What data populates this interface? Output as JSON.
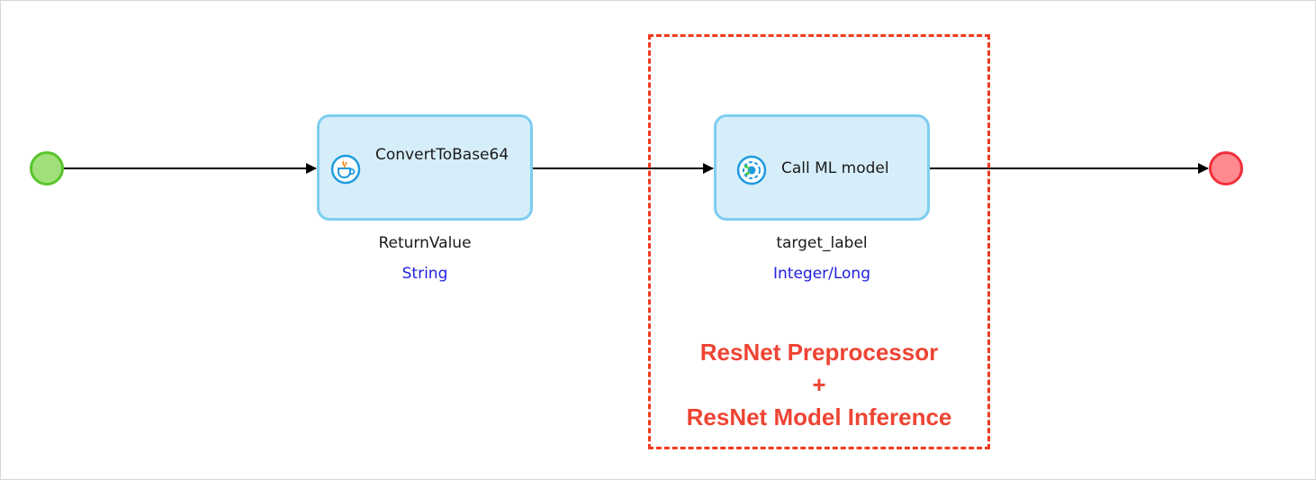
{
  "flow": {
    "activities": [
      {
        "label": "ConvertToBase64",
        "icon": "java-action-icon",
        "output_variable": "ReturnValue",
        "output_type": "String"
      },
      {
        "label": "Call ML model",
        "icon": "ml-model-icon",
        "output_variable": "target_label",
        "output_type": "Integer/Long"
      }
    ],
    "events": {
      "start": "start-event",
      "end": "end-event"
    }
  },
  "annotation": {
    "line1": "ResNet Preprocessor",
    "line2": "+",
    "line3": "ResNet Model Inference"
  },
  "colors": {
    "activity_fill": "#d6eefa",
    "activity_border": "#7dcdf0",
    "start_fill": "#9fe07a",
    "start_border": "#58c42b",
    "end_fill": "#ff8a8f",
    "end_border": "#f0303b",
    "annotation": "#ee4433",
    "type_text": "#2020e0"
  }
}
